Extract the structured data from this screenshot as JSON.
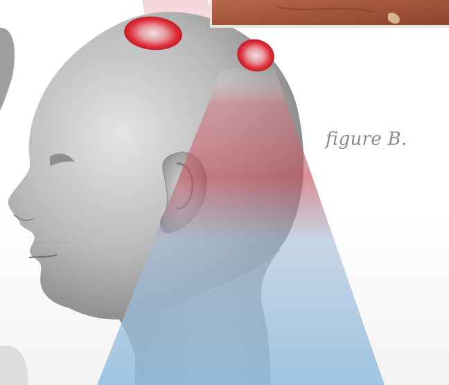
{
  "figure": {
    "caption": "figure B."
  },
  "colors": {
    "beam_red": "#c2545e",
    "beam_blue": "#8fbddf",
    "hotspot": "#e0303a",
    "skin_light": "#dcdcdc",
    "skin_dark": "#7a7a7a",
    "photo_brown": "#a2553a"
  },
  "icons": {
    "head": "grey-3d-head-profile",
    "hotspots": "red-oval-hotspots",
    "beam": "red-to-blue-light-beam",
    "photo": "skin-photo-inset"
  }
}
